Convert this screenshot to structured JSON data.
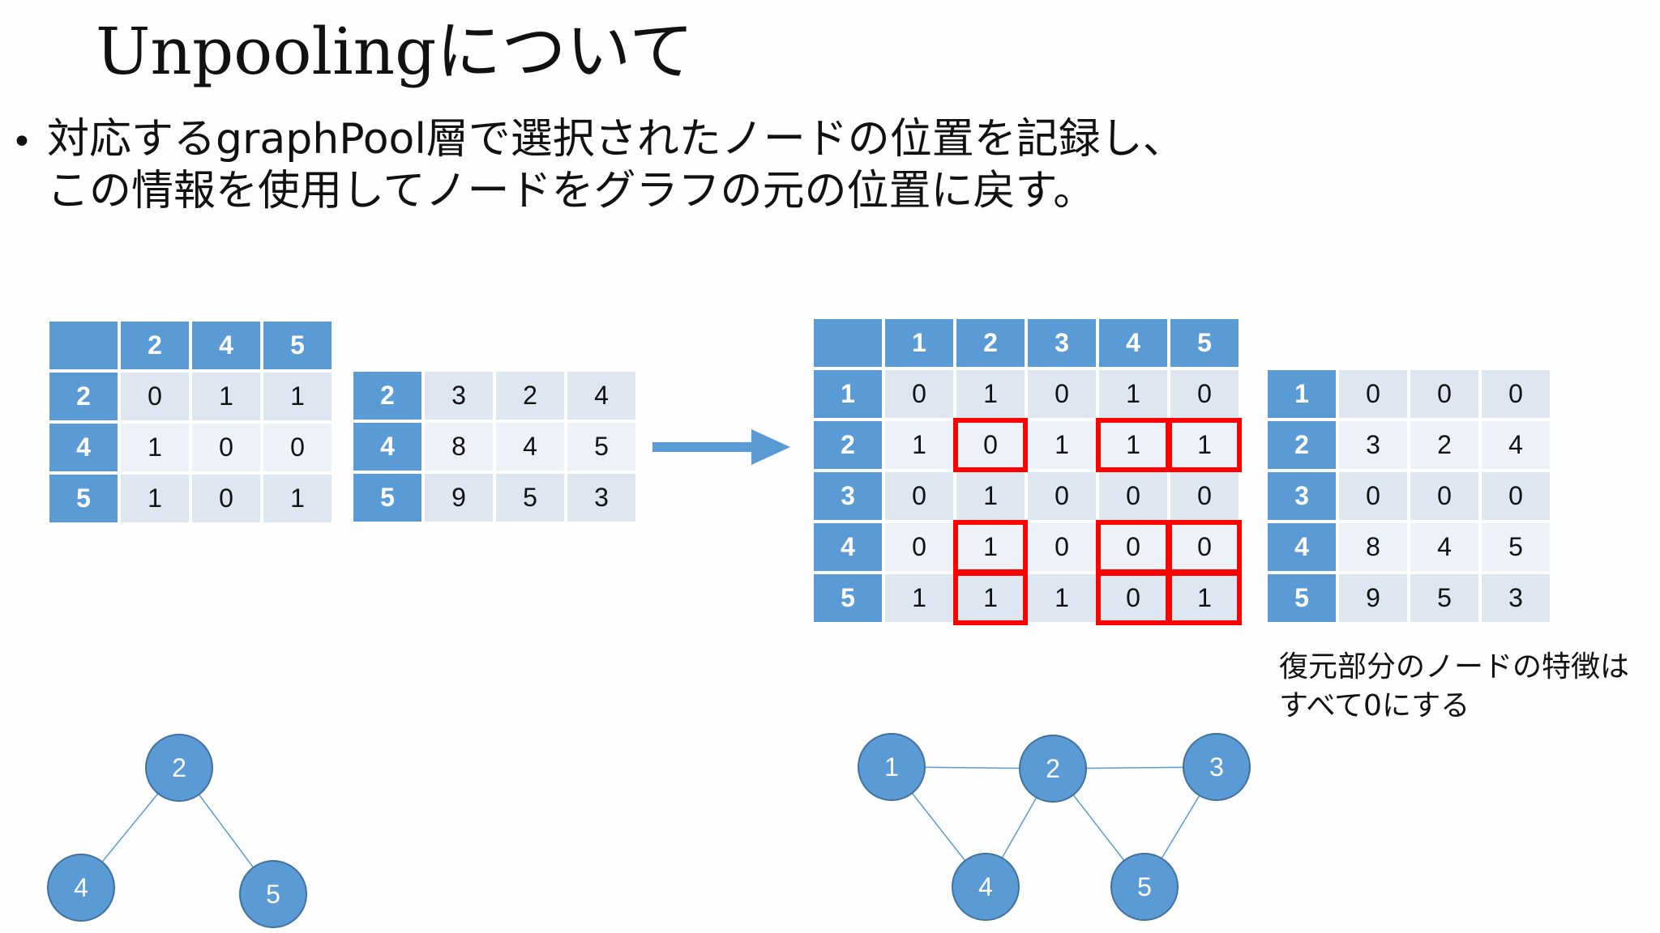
{
  "slide": {
    "title": "Unpoolingについて",
    "bullet_marker": "•",
    "bullet_line1": "対応するgraphPool層で選択されたノードの位置を記録し、",
    "bullet_line2": "この情報を使用してノードをグラフの元の位置に戻す。",
    "note_line1": "復元部分のノードの特徴は",
    "note_line2": "すべて0にする"
  },
  "left": {
    "adjacency": {
      "corner": "",
      "columns": [
        "2",
        "4",
        "5"
      ],
      "rows": [
        {
          "label": "2",
          "cells": [
            "0",
            "1",
            "1"
          ]
        },
        {
          "label": "4",
          "cells": [
            "1",
            "0",
            "0"
          ]
        },
        {
          "label": "5",
          "cells": [
            "1",
            "0",
            "1"
          ]
        }
      ]
    },
    "features": {
      "rows": [
        {
          "label": "2",
          "cells": [
            "3",
            "2",
            "4"
          ]
        },
        {
          "label": "4",
          "cells": [
            "8",
            "4",
            "5"
          ]
        },
        {
          "label": "5",
          "cells": [
            "9",
            "5",
            "3"
          ]
        }
      ]
    },
    "graph": {
      "nodes": [
        "2",
        "4",
        "5"
      ],
      "edges": [
        [
          "2",
          "4"
        ],
        [
          "2",
          "5"
        ]
      ]
    }
  },
  "right": {
    "adjacency": {
      "corner": "",
      "columns": [
        "1",
        "2",
        "3",
        "4",
        "5"
      ],
      "rows": [
        {
          "label": "1",
          "cells": [
            "0",
            "1",
            "0",
            "1",
            "0"
          ]
        },
        {
          "label": "2",
          "cells": [
            "1",
            "0",
            "1",
            "1",
            "1"
          ]
        },
        {
          "label": "3",
          "cells": [
            "0",
            "1",
            "0",
            "0",
            "0"
          ]
        },
        {
          "label": "4",
          "cells": [
            "0",
            "1",
            "0",
            "0",
            "0"
          ]
        },
        {
          "label": "5",
          "cells": [
            "1",
            "1",
            "1",
            "0",
            "1"
          ]
        }
      ],
      "highlighted_cells": [
        [
          2,
          2
        ],
        [
          2,
          4
        ],
        [
          2,
          5
        ],
        [
          4,
          2
        ],
        [
          4,
          4
        ],
        [
          4,
          5
        ],
        [
          5,
          2
        ],
        [
          5,
          4
        ],
        [
          5,
          5
        ]
      ]
    },
    "features": {
      "rows": [
        {
          "label": "1",
          "cells": [
            "0",
            "0",
            "0"
          ]
        },
        {
          "label": "2",
          "cells": [
            "3",
            "2",
            "4"
          ]
        },
        {
          "label": "3",
          "cells": [
            "0",
            "0",
            "0"
          ]
        },
        {
          "label": "4",
          "cells": [
            "8",
            "4",
            "5"
          ]
        },
        {
          "label": "5",
          "cells": [
            "9",
            "5",
            "3"
          ]
        }
      ]
    },
    "graph": {
      "nodes": [
        "1",
        "2",
        "3",
        "4",
        "5"
      ],
      "edges": [
        [
          "1",
          "2"
        ],
        [
          "2",
          "3"
        ],
        [
          "1",
          "4"
        ],
        [
          "2",
          "4"
        ],
        [
          "2",
          "5"
        ],
        [
          "3",
          "5"
        ]
      ]
    }
  },
  "colors": {
    "header": "#5b9bd5",
    "cell_dark": "#dde6f1",
    "cell_light": "#edf1f8",
    "highlight": "#ff0000",
    "node": "#5b9bd5",
    "node_stroke": "#41719c",
    "edge": "#5b9bd5",
    "arrow": "#5b9bd5"
  }
}
